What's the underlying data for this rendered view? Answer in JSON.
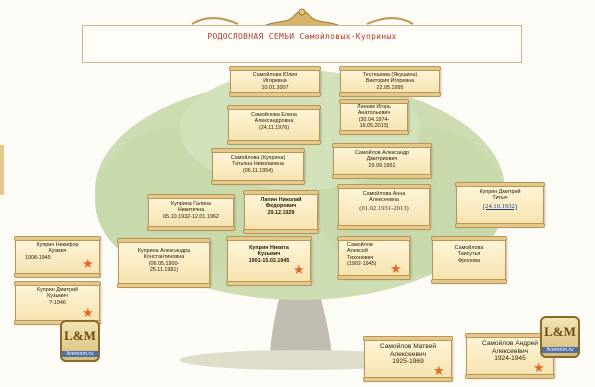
{
  "title": "РОДОСЛОВНАЯ  СЕМЬИ Самойловых-Куприных",
  "colors": {
    "title": "#b03a2e",
    "star": "#e8642a",
    "card": "#f5e2ae",
    "tree": "#7fa85a"
  },
  "cards": [
    {
      "lines": [
        "Самойлова Юлия",
        "Игоревна",
        "10.01.2007"
      ]
    },
    {
      "lines": [
        "Тестешева (Якушина)",
        "Виктория Игоревна",
        "22.05.1995"
      ]
    },
    {
      "lines": [
        "Самойлова Елена",
        "Александровна",
        "(24.11.1976)"
      ]
    },
    {
      "lines": [
        "Линник Игорь",
        "Анатольевич",
        "(30.04.1974-",
        "16.05.2013)"
      ]
    },
    {
      "lines": [
        "Самойлова (Куприна)",
        "Татьяна Николаевна",
        "(06.11.1954)"
      ]
    },
    {
      "lines": [
        "Самойлов Александр",
        "Дмитриевич",
        "29.09.1951"
      ]
    },
    {
      "lines": [
        "Куприна Галина",
        "Никитична",
        "05.10.1932-12.01.1962"
      ]
    },
    {
      "lines": [
        "Лапин Николай",
        "Федорович",
        "29.12.1929"
      ]
    },
    {
      "lines": [
        "Самойлова Анна",
        "Алексеевна"
      ],
      "dates": "(01.02.1931-2013)"
    },
    {
      "lines": [
        "Куприн Дмитрий",
        "Титыч"
      ],
      "dates": "(24.10.1932)"
    },
    {
      "lines": [
        "Куприн Никифор",
        "Кузмич",
        "1908-1945"
      ]
    },
    {
      "lines": [
        "Куприна Александра",
        "Константиновна",
        "(06.05.1900-",
        "25.11.1981)"
      ]
    },
    {
      "lines": [
        "Куприн Никита",
        "Кузьмич",
        "1901-15.02.1945"
      ]
    },
    {
      "lines": [
        "Самойлов",
        "Алексей",
        "Тихонович",
        "(1902-1945)"
      ]
    },
    {
      "lines": [
        "Самойлова",
        "Таисутья",
        "Фролова"
      ]
    },
    {
      "lines": [
        "Куприн Дмитрий",
        "Кузьмич",
        "?-1946"
      ]
    },
    {
      "lines": [
        "Самойлов Матвей",
        "Алексеевич",
        "1925-1969"
      ]
    },
    {
      "lines": [
        "Самойлов Андрей",
        "Алексеевич",
        "1924-1945"
      ]
    }
  ],
  "logo": {
    "monogram": "L&M",
    "site": "livemem.ru"
  }
}
